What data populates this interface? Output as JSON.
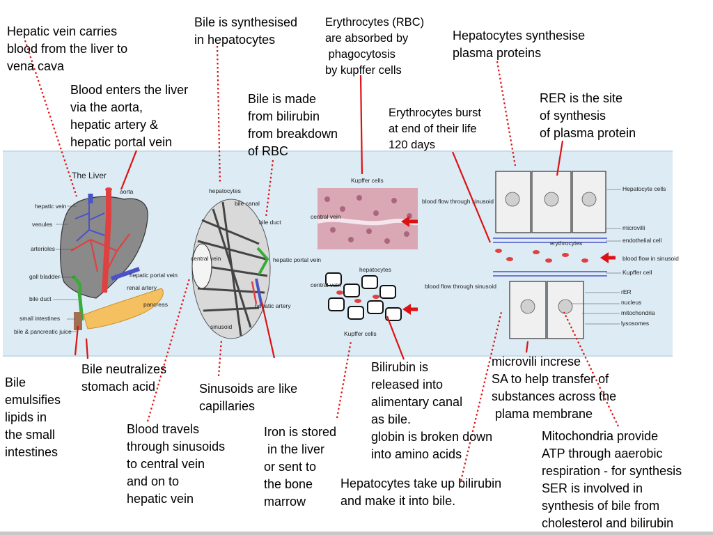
{
  "annotations": {
    "hepatic_vein": "Hepatic vein carries\nblood from the liver to\nvena cava",
    "blood_enters": "Blood enters the liver\nvia the aorta,\nhepatic artery &\nhepatic portal vein",
    "bile_synth": "Bile is synthesised\nin hepatocytes",
    "erythrocytes_absorbed": "Erythrocytes (RBC)\nare absorbed by\n phagocytosis\nby kupffer cells",
    "hepatocytes_plasma": "Hepatocytes synthesise\nplasma proteins",
    "bile_bilirubin": "Bile is made\nfrom bilirubin\nfrom breakdown\nof RBC",
    "erythrocytes_burst": "Erythrocytes burst\nat end of their life\n120 days",
    "rer_site": "RER is the site\nof synthesis\nof plasma protein",
    "bile_emulsifies": "Bile\nemulsifies\nlipids in\nthe small\nintestines",
    "bile_neutralizes": "Bile neutralizes\nstomach acid",
    "sinusoids": "Sinusoids are like\ncapillaries",
    "blood_travels": "Blood travels\nthrough sinusoids\nto central vein\nand on to\nhepatic vein",
    "iron_stored": "Iron is stored\n in the liver\nor sent to\nthe bone\nmarrow",
    "bilirubin_released": "Bilirubin is\nreleased into\nalimentary canal\nas bile.\nglobin is broken down\ninto amino acids",
    "microvili": "microvili increse\nSA to help transfer of\nsubstances across the\n plama membrane",
    "hepatocytes_take_up": "Hepatocytes take up bilirubin\nand make it into bile.",
    "mitochondria": "Mitochondria provide\nATP through aaerobic\nrespiration - for synthesis\nSER is involved in\nsynthesis of bile from\ncholesterol and bilirubin"
  },
  "liver_figure": {
    "title": "The Liver",
    "labels": {
      "hepatic_vein": "hepatic vein",
      "venules": "venules",
      "arterioles": "arterioles",
      "gall_bladder": "gall bladder",
      "bile_duct": "bile duct",
      "small_intestines": "small intestines",
      "bile_juice": "bile & pancreatic juice",
      "aorta": "aorta",
      "hepatic_portal_vein": "hepatic portal vein",
      "renal_artery": "renal artery",
      "pancreas": "pancreas"
    }
  },
  "lobule_figure": {
    "labels": {
      "hepatocytes": "hepatocytes",
      "bile_canal": "bile canal",
      "bile_duct": "bile duct",
      "central_vein": "central vein",
      "hepatic_portal_vein": "hepatic portal vein",
      "hepatic_artery": "hepatic artery",
      "sinusoid": "sinusoid"
    }
  },
  "micro_figure": {
    "labels": {
      "kupffer_cells_top": "Kupffer cells",
      "blood_flow_top": "blood flow through sinusoid",
      "central_vein_top": "central vein",
      "hepatocytes": "hepatocytes",
      "central_vein_bottom": "central vein",
      "blood_flow_bottom": "blood flow through sinusoid",
      "kupffer_cells_bottom": "Kupffer cells"
    }
  },
  "cell_figure": {
    "labels": {
      "hepatocyte_cells": "Hepatocyte cells",
      "microvilli": "microvilli",
      "endothelial_cell": "endothelial cell",
      "erythrocytes": "erythrocytes",
      "blood_flow_sinusoid": "blood flow in sinusoid",
      "kupffer_cell": "Kupffer cell",
      "rer": "rER",
      "nucleus": "nucleus",
      "mitochondria": "mitochondria",
      "lysosomes": "lysosomes"
    }
  },
  "colors": {
    "leader": "#dd1111",
    "panel": "#dcebf4",
    "liver": "#7f7f7f",
    "vein_blue": "#4a52c8",
    "artery_red": "#e04040",
    "bile_green": "#3aaa3a",
    "pancreas": "#f5c060"
  }
}
